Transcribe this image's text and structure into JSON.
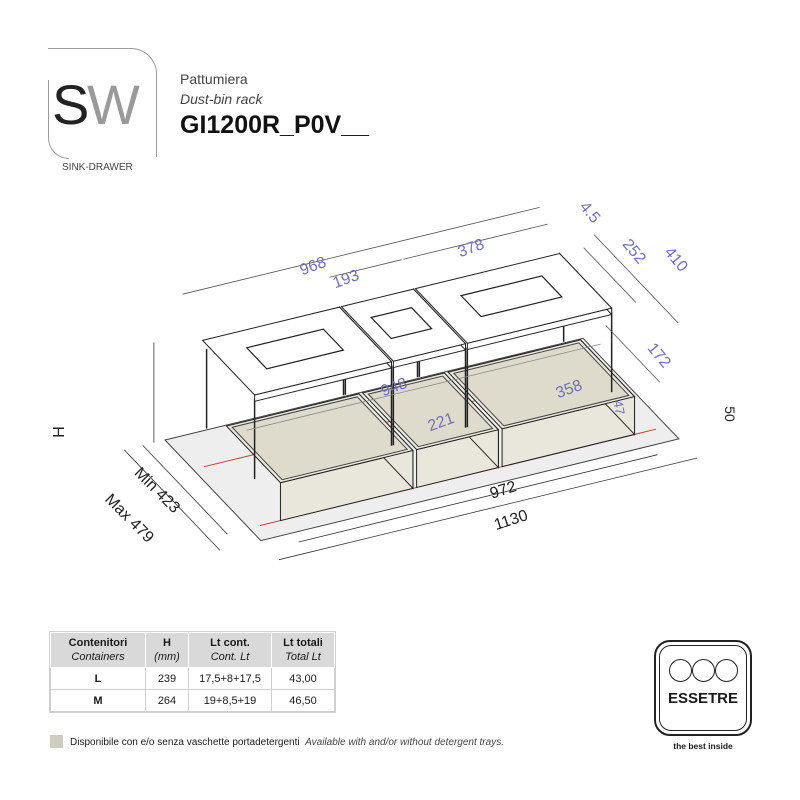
{
  "header": {
    "brand_logo": "SW",
    "brand_logo_s": "S",
    "brand_logo_w": "W",
    "brand_sub": "SINK-DRAWER",
    "title_it": "Pattumiera",
    "title_en": "Dust-bin rack",
    "model_code": "GI1200R_P0V__"
  },
  "drawing": {
    "dimensions": {
      "overall_top": "968",
      "middle_cover": "193",
      "right_cover": "378",
      "offset": "4.5",
      "cover_depth": "252",
      "total_depth": "410",
      "tray_depth": "172",
      "inner_length": "948",
      "large_tray": "358",
      "small_tray": "221",
      "tray_height": "47",
      "base_height": "50",
      "height": "H",
      "min_depth": "Min 423",
      "max_depth": "Max 479",
      "base_length": "972",
      "total_length": "1130"
    },
    "colors": {
      "tray": "#e9e7dc",
      "plate": "#eeeeee",
      "accent_line": "#d04040",
      "dim_text": "#7070b8"
    }
  },
  "table": {
    "headers": [
      {
        "it": "Contenitori",
        "en": "Containers"
      },
      {
        "it": "H",
        "en": "(mm)"
      },
      {
        "it": "Lt cont.",
        "en": "Cont. Lt"
      },
      {
        "it": "Lt totali",
        "en": "Total Lt"
      }
    ],
    "rows": [
      [
        "L",
        "239",
        "17,5+8+17,5",
        "43,00"
      ],
      [
        "M",
        "264",
        "19+8,5+19",
        "46,50"
      ]
    ]
  },
  "legend": {
    "swatch_color": "#cfcdbd",
    "text_it": "Disponibile con e/o senza vaschette portadetergenti",
    "text_en": "Available with and/or without detergent trays."
  },
  "manufacturer": {
    "name": "ESSETRE",
    "tagline": "the best inside"
  }
}
